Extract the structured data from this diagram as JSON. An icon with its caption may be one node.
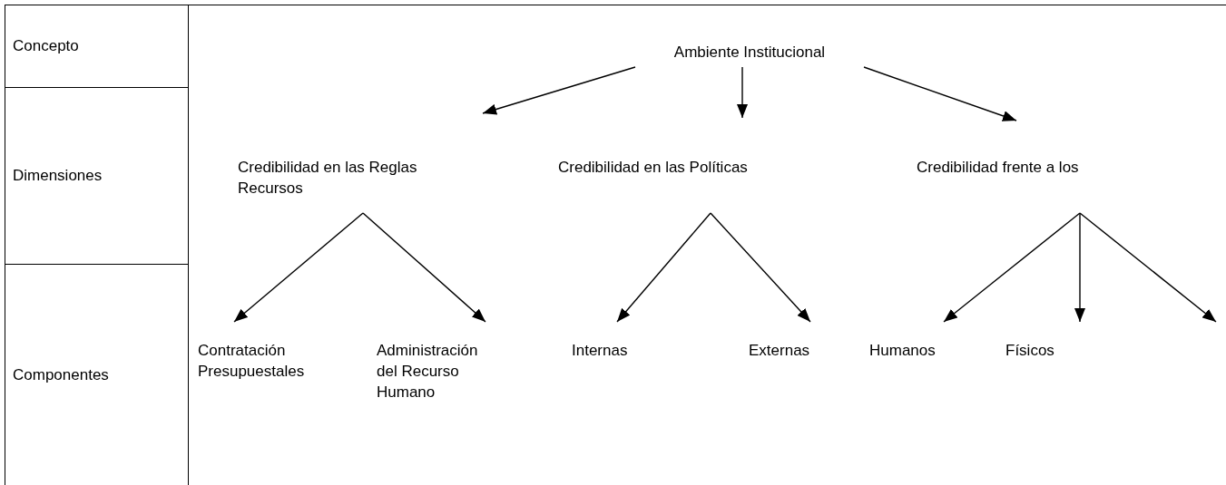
{
  "diagram": {
    "nodes": [
      {
        "text": [
          "Ambiente Institucional"
        ]
      },
      {
        "text": [
          "Credibilidad en las Reglas Recursos"
        ]
      },
      {
        "text": [
          "Credibilidad en las Políticas"
        ]
      },
      {
        "text": [
          "Credibilidad frente a los"
        ]
      },
      {
        "text": [
          "Contratación Presupuestales"
        ]
      },
      {
        "text": [
          "Administración del Recurso Humano"
        ]
      },
      {
        "text": [
          "Internas"
        ]
      },
      {
        "text": [
          "Externas"
        ]
      },
      {
        "text": [
          "Humanos"
        ]
      },
      {
        "text": [
          "Físicos"
        ]
      }
    ],
    "edges": [
      {
        "from": 0,
        "to": 1,
        "arrow": "to"
      },
      {
        "from": 0,
        "to": 2,
        "arrow": "to"
      },
      {
        "from": 0,
        "to": 3,
        "arrow": "to"
      },
      {
        "from": 1,
        "to": 4,
        "arrow": "to"
      },
      {
        "from": 1,
        "to": 5,
        "arrow": "to"
      },
      {
        "from": 2,
        "to": 6,
        "arrow": "to"
      },
      {
        "from": 2,
        "to": 7,
        "arrow": "to"
      },
      {
        "from": 3,
        "to": 8,
        "arrow": "to"
      },
      {
        "from": 3,
        "to": 9,
        "arrow": "to"
      },
      {
        "from": 3,
        "to": null,
        "arrow": "to"
      }
    ],
    "labels": [
      "Concepto",
      "Dimensiones",
      "Componentes"
    ]
  }
}
